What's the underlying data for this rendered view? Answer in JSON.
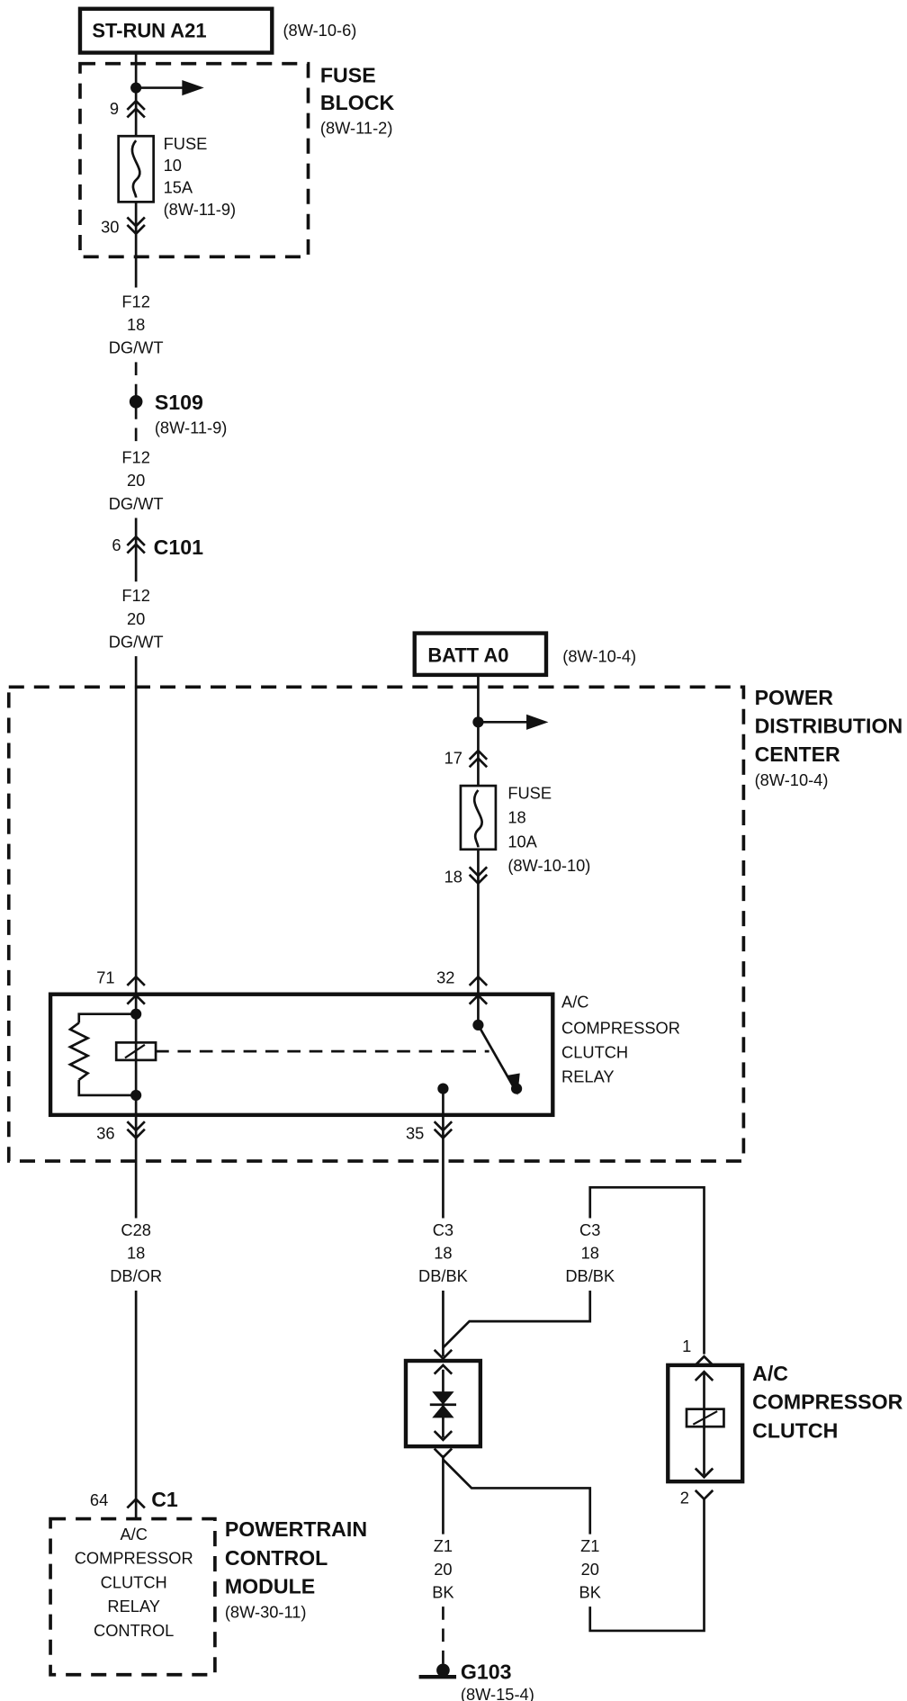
{
  "top_source": {
    "label": "ST-RUN A21",
    "ref": "(8W-10-6)"
  },
  "fuse_block": {
    "title_line1": "FUSE",
    "title_line2": "BLOCK",
    "ref": "(8W-11-2)",
    "pin_in": "9",
    "pin_out": "30",
    "fuse": {
      "line1": "FUSE",
      "line2": "10",
      "line3": "15A",
      "line4": "(8W-11-9)"
    }
  },
  "wire_a": {
    "circuit": "F12",
    "gauge": "18",
    "color": "DG/WT"
  },
  "splice": {
    "label": "S109",
    "ref": "(8W-11-9)"
  },
  "wire_b": {
    "circuit": "F12",
    "gauge": "20",
    "color": "DG/WT"
  },
  "connector_c101": {
    "pin": "6",
    "label": "C101"
  },
  "wire_c": {
    "circuit": "F12",
    "gauge": "20",
    "color": "DG/WT"
  },
  "batt_source": {
    "label": "BATT A0",
    "ref": "(8W-10-4)"
  },
  "pdc": {
    "title_line1": "POWER",
    "title_line2": "DISTRIBUTION",
    "title_line3": "CENTER",
    "ref": "(8W-10-4)",
    "fuse_pin_in": "17",
    "fuse_pin_out": "18",
    "fuse": {
      "line1": "FUSE",
      "line2": "18",
      "line3": "10A",
      "line4": "(8W-10-10)"
    }
  },
  "relay": {
    "pin_71": "71",
    "pin_32": "32",
    "pin_36": "36",
    "pin_35": "35",
    "line1": "A/C",
    "line2": "COMPRESSOR",
    "line3": "CLUTCH",
    "line4": "RELAY"
  },
  "wire_c28": {
    "circuit": "C28",
    "gauge": "18",
    "color": "DB/OR"
  },
  "wire_c3_left": {
    "circuit": "C3",
    "gauge": "18",
    "color": "DB/BK"
  },
  "wire_c3_right": {
    "circuit": "C3",
    "gauge": "18",
    "color": "DB/BK"
  },
  "pcm": {
    "pin": "64",
    "connector": "C1",
    "title_line1": "POWERTRAIN",
    "title_line2": "CONTROL",
    "title_line3": "MODULE",
    "ref": "(8W-30-11)",
    "line1": "A/C",
    "line2": "COMPRESSOR",
    "line3": "CLUTCH",
    "line4": "RELAY",
    "line5": "CONTROL"
  },
  "clutch": {
    "pin_1": "1",
    "pin_2": "2",
    "title_line1": "A/C",
    "title_line2": "COMPRESSOR",
    "title_line3": "CLUTCH"
  },
  "wire_z1_left": {
    "circuit": "Z1",
    "gauge": "20",
    "color": "BK"
  },
  "wire_z1_right": {
    "circuit": "Z1",
    "gauge": "20",
    "color": "BK"
  },
  "ground": {
    "label": "G103",
    "ref": "(8W-15-4)"
  }
}
